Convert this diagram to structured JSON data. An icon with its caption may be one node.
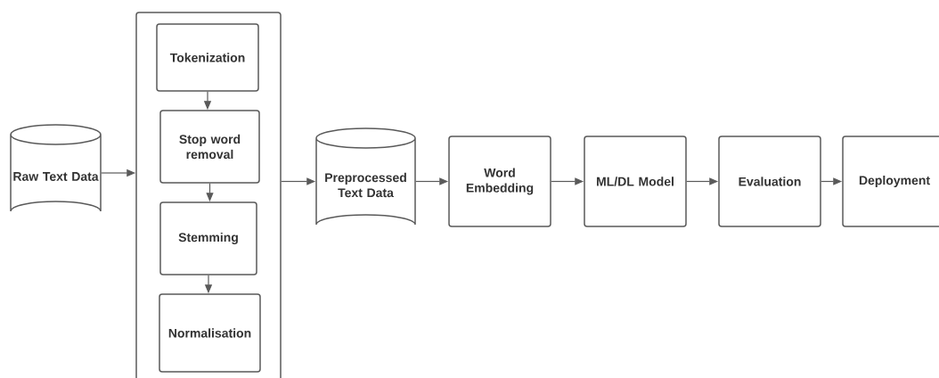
{
  "diagram": {
    "nodes": [
      {
        "text": [
          "Raw Text Data"
        ]
      },
      {
        "text": [],
        "shape": "box"
      },
      {
        "text": [
          "Tokenization"
        ],
        "in": 1
      },
      {
        "text": [
          "Stop word removal"
        ],
        "in": 1
      },
      {
        "text": [
          "Stemming"
        ],
        "in": 1
      },
      {
        "text": [
          "Normalisation"
        ],
        "in": 1
      },
      {
        "text": [
          "Preprocessed Text Data"
        ]
      },
      {
        "text": [
          "Word Embedding"
        ]
      },
      {
        "text": [
          "ML/DL Model"
        ]
      },
      {
        "text": [
          "Evaluation"
        ]
      },
      {
        "text": [
          "Deployment"
        ]
      }
    ],
    "edges": [
      {
        "from": 0,
        "to": 1,
        "arrow": "to"
      },
      {
        "from": 2,
        "to": 3,
        "arrow": "to"
      },
      {
        "from": 3,
        "to": 4,
        "arrow": "to"
      },
      {
        "from": 4,
        "to": 5,
        "arrow": "to"
      },
      {
        "from": 1,
        "to": 6,
        "arrow": "to"
      },
      {
        "from": 6,
        "to": 7,
        "arrow": "to"
      },
      {
        "from": 7,
        "to": 8,
        "arrow": "to"
      },
      {
        "from": 8,
        "to": 9,
        "arrow": "to"
      },
      {
        "from": 9,
        "to": 10,
        "arrow": "to"
      }
    ]
  }
}
